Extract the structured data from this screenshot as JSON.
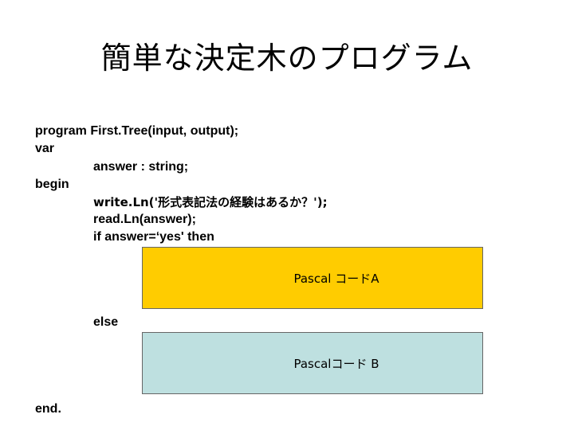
{
  "slide": {
    "title": "簡単な決定木のプログラム",
    "code_lines": [
      "program First.Tree(input, output);",
      "var",
      "answer : string;",
      "begin",
      "write.Ln('形式表記法の経験はあるか？');",
      "read.Ln(answer);",
      "if answer=‘yes' then",
      "else",
      "end."
    ],
    "box_a": {
      "label": "Pascal コードA",
      "color": "#FFCC00"
    },
    "box_b": {
      "label": "Pascalコード B",
      "color": "#BEE0E0"
    }
  }
}
